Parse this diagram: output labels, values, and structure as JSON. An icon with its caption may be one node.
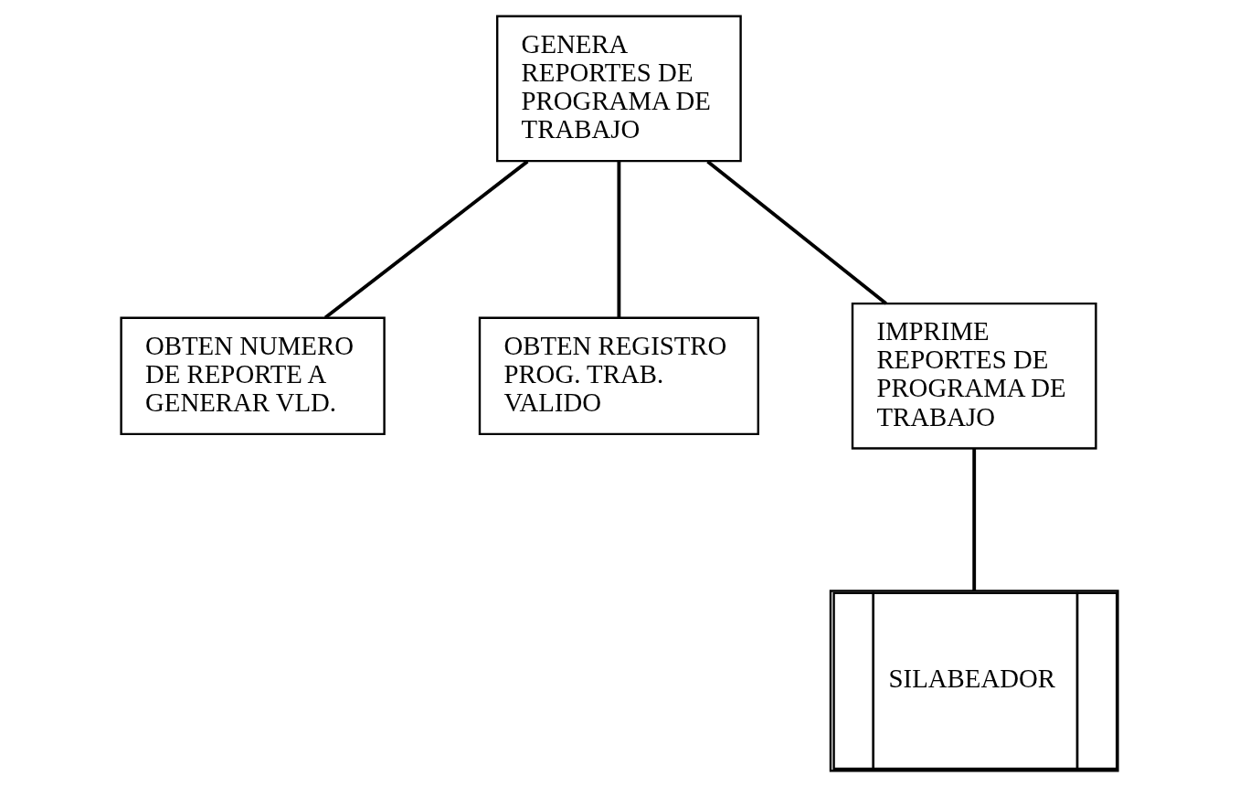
{
  "diagram": {
    "nodes": [
      {
        "text": [
          "GENERA REPORTES DE PROGRAMA DE TRABAJO"
        ]
      },
      {
        "text": [
          "OBTEN NUMERO DE REPORTE A GENERAR VLD."
        ]
      },
      {
        "text": [
          "OBTEN REGISTRO PROG. TRAB. VALIDO"
        ]
      },
      {
        "text": [
          "IMPRIME REPORTES DE PROGRAMA DE TRABAJO"
        ]
      },
      {
        "text": [
          "SILABEADOR"
        ]
      }
    ],
    "edges": [
      {
        "from": 0,
        "to": 1,
        "arrow": "none"
      },
      {
        "from": 0,
        "to": 2,
        "arrow": "none"
      },
      {
        "from": 0,
        "to": 3,
        "arrow": "none"
      },
      {
        "from": 3,
        "to": 4,
        "arrow": "none"
      }
    ]
  }
}
